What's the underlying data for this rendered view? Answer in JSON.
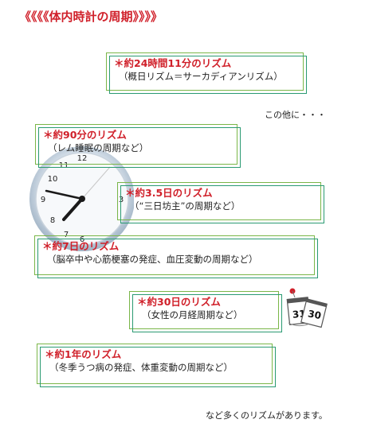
{
  "title": "《《《《体内時計の周期》》》》",
  "boxes": [
    {
      "rhythm": "＊約24時間11分のリズム",
      "note": "（概日リズム＝サーカディアンリズム）"
    },
    {
      "rhythm": "＊約90分のリズム",
      "note": "（レム睡眠の周期など）"
    },
    {
      "rhythm": "＊約3.5日のリズム",
      "note": "（“三日坊主”の周期など）"
    },
    {
      "rhythm": "＊約7日のリズム",
      "note": "（脳卒中や心筋梗塞の発症、血圧変動の周期など）"
    },
    {
      "rhythm": "＊約30日のリズム",
      "note": "（女性の月経周期など）"
    },
    {
      "rhythm": "＊約1年のリズム",
      "note": "（冬季うつ病の発症、体重変動の周期など）"
    }
  ],
  "other_label": "この他に・・・",
  "footer": "など多くのリズムがあります。",
  "calendar": {
    "day_left": "31",
    "day_right": "30"
  },
  "colors": {
    "title_red": "#d0202a",
    "frame_green": "#7ab648",
    "frame_teal": "#2a9a72"
  }
}
